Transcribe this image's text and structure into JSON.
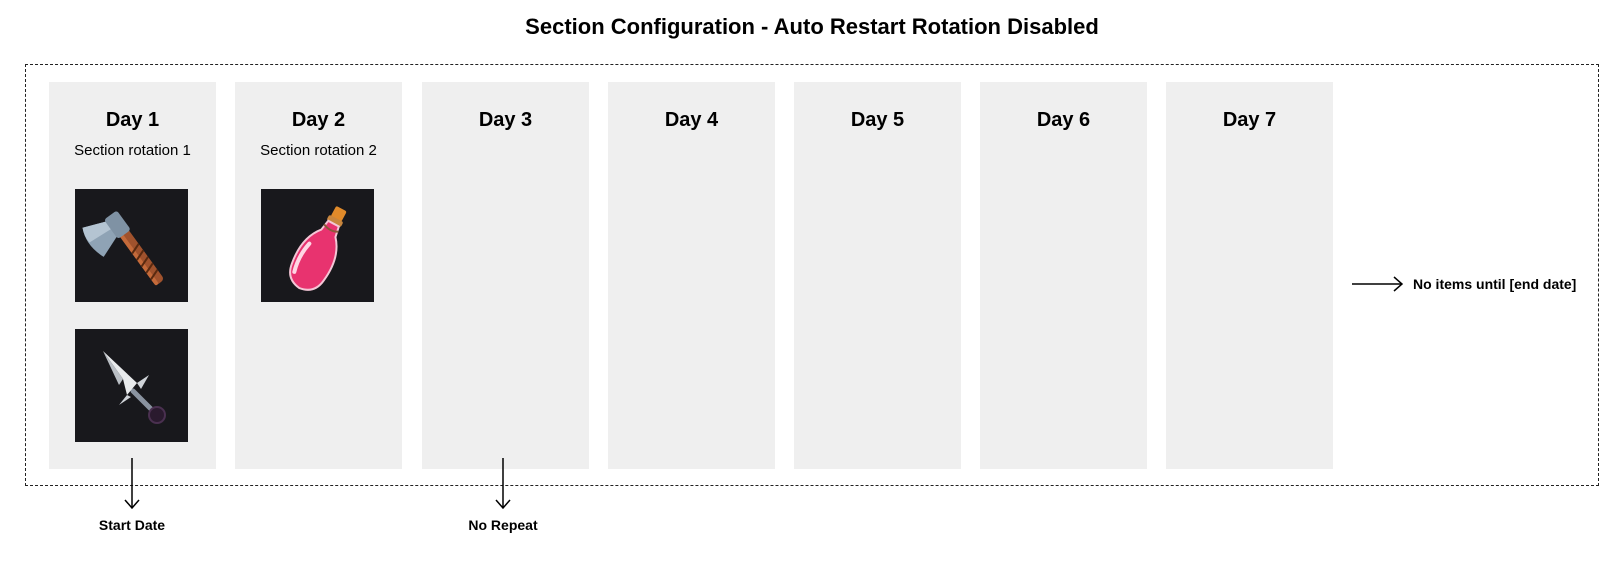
{
  "title": "Section Configuration - Auto Restart Rotation Disabled",
  "days": [
    {
      "label": "Day 1",
      "rotation": "Section rotation 1",
      "items": [
        "axe-icon",
        "dagger-icon"
      ]
    },
    {
      "label": "Day 2",
      "rotation": "Section rotation 2",
      "items": [
        "potion-icon"
      ]
    },
    {
      "label": "Day 3",
      "rotation": "",
      "items": []
    },
    {
      "label": "Day 4",
      "rotation": "",
      "items": []
    },
    {
      "label": "Day 5",
      "rotation": "",
      "items": []
    },
    {
      "label": "Day 6",
      "rotation": "",
      "items": []
    },
    {
      "label": "Day 7",
      "rotation": "",
      "items": []
    }
  ],
  "annotations": {
    "start_date": "Start Date",
    "no_repeat": "No Repeat",
    "no_items": "No items until [end date]"
  },
  "colors": {
    "column_bg": "#efefef",
    "tile_bg": "#18181c",
    "potion": "#e8336f",
    "axe_handle": "#a0522d"
  }
}
